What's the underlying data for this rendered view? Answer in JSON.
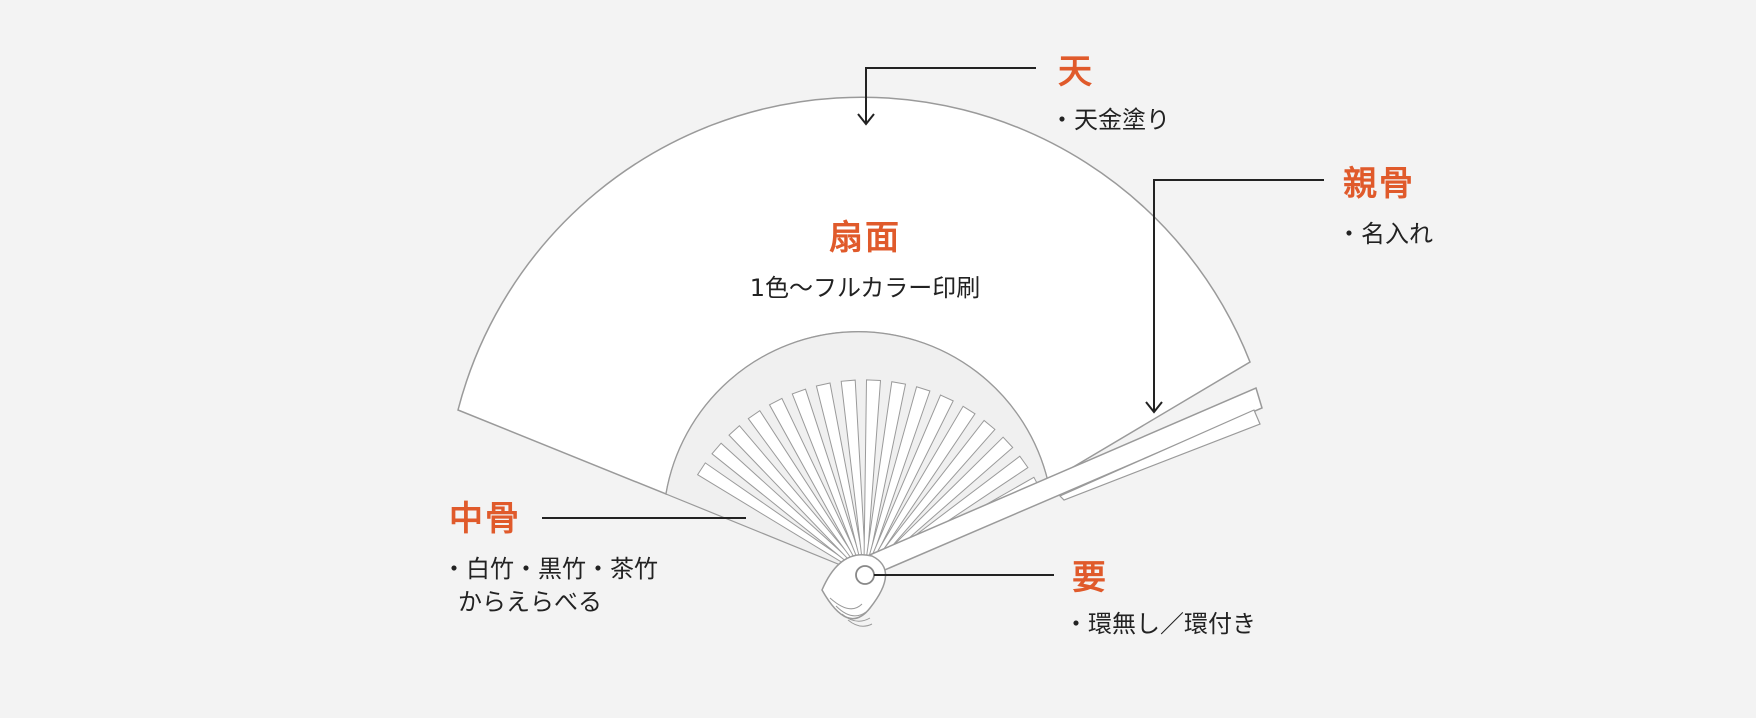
{
  "colors": {
    "background": "#f3f3f3",
    "accent": "#e05a2b",
    "line": "#222222",
    "outline": "#9a9a9a",
    "fill": "#ffffff"
  },
  "labels": {
    "ten": {
      "title": "天",
      "note": "・天金塗り"
    },
    "senmen": {
      "title": "扇面",
      "note": "1色〜フルカラー印刷"
    },
    "oyabone": {
      "title": "親骨",
      "note": "・名入れ"
    },
    "nakabone": {
      "title": "中骨",
      "note_line1": "・白竹・黒竹・茶竹",
      "note_line2": "からえらべる"
    },
    "kaname": {
      "title": "要",
      "note": "・環無し／環付き"
    }
  },
  "fan": {
    "rib_count": 17
  }
}
